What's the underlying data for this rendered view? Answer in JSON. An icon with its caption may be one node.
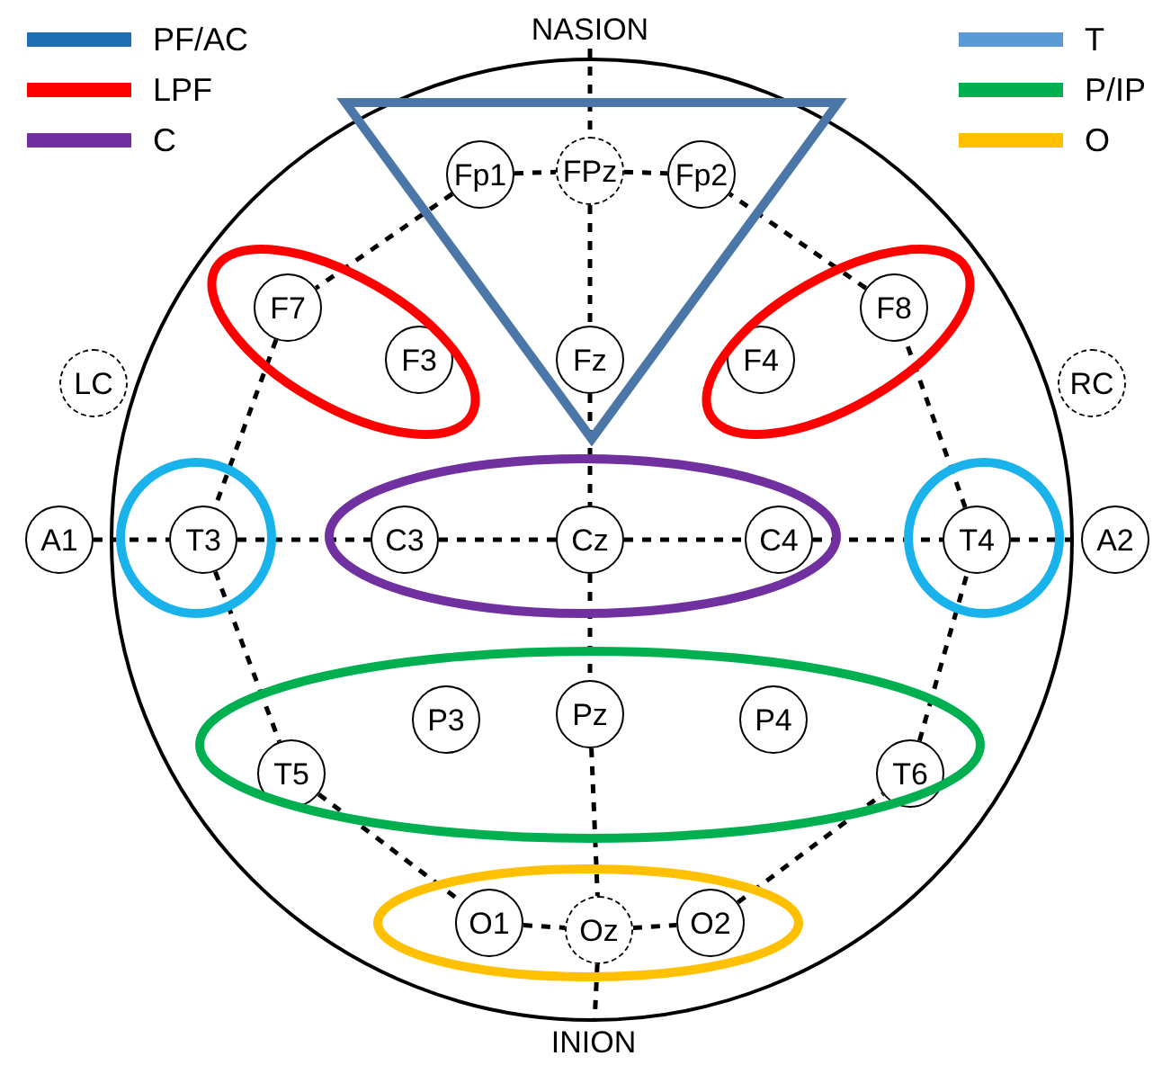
{
  "diagram": {
    "nodes": [
      {
        "text": [
          "NASION"
        ]
      },
      {
        "text": [
          "Fp1"
        ]
      },
      {
        "text": [
          "FPz"
        ]
      },
      {
        "text": [
          "Fp2"
        ]
      },
      {
        "text": [
          "F7"
        ]
      },
      {
        "text": [
          "F3"
        ]
      },
      {
        "text": [
          "Fz"
        ]
      },
      {
        "text": [
          "F4"
        ]
      },
      {
        "text": [
          "F8"
        ]
      },
      {
        "text": [
          "LC"
        ]
      },
      {
        "text": [
          "RC"
        ]
      },
      {
        "text": [
          "A1"
        ]
      },
      {
        "text": [
          "T3"
        ]
      },
      {
        "text": [
          "C3"
        ]
      },
      {
        "text": [
          "Cz"
        ]
      },
      {
        "text": [
          "C4"
        ]
      },
      {
        "text": [
          "T4"
        ]
      },
      {
        "text": [
          "A2"
        ]
      },
      {
        "text": [
          "P3"
        ]
      },
      {
        "text": [
          "Pz"
        ]
      },
      {
        "text": [
          "P4"
        ]
      },
      {
        "text": [
          "T5"
        ]
      },
      {
        "text": [
          "T6"
        ]
      },
      {
        "text": [
          "O1"
        ]
      },
      {
        "text": [
          "Oz"
        ]
      },
      {
        "text": [
          "O2"
        ]
      },
      {
        "text": [
          "INION"
        ]
      }
    ],
    "edges": [
      {
        "from": 0,
        "to": 2,
        "arrow": "none",
        "style": "dashed"
      },
      {
        "from": 2,
        "to": 6,
        "arrow": "none",
        "style": "dashed"
      },
      {
        "from": 6,
        "to": 14,
        "arrow": "none",
        "style": "dashed"
      },
      {
        "from": 14,
        "to": 19,
        "arrow": "none",
        "style": "dashed"
      },
      {
        "from": 19,
        "to": 24,
        "arrow": "none",
        "style": "dashed"
      },
      {
        "from": 24,
        "to": 26,
        "arrow": "none",
        "style": "dashed"
      },
      {
        "from": 1,
        "to": 2,
        "arrow": "none",
        "style": "dashed"
      },
      {
        "from": 2,
        "to": 3,
        "arrow": "none",
        "style": "dashed"
      },
      {
        "from": 1,
        "to": 4,
        "arrow": "none",
        "style": "dashed"
      },
      {
        "from": 4,
        "to": 12,
        "arrow": "none",
        "style": "dashed"
      },
      {
        "from": 12,
        "to": 21,
        "arrow": "none",
        "style": "dashed"
      },
      {
        "from": 21,
        "to": 23,
        "arrow": "none",
        "style": "dashed"
      },
      {
        "from": 23,
        "to": 24,
        "arrow": "none",
        "style": "dashed"
      },
      {
        "from": 24,
        "to": 25,
        "arrow": "none",
        "style": "dashed"
      },
      {
        "from": 25,
        "to": 22,
        "arrow": "none",
        "style": "dashed"
      },
      {
        "from": 22,
        "to": 16,
        "arrow": "none",
        "style": "dashed"
      },
      {
        "from": 16,
        "to": 8,
        "arrow": "none",
        "style": "dashed"
      },
      {
        "from": 8,
        "to": 3,
        "arrow": "none",
        "style": "dashed"
      },
      {
        "from": 11,
        "to": 12,
        "arrow": "none",
        "style": "dashed"
      },
      {
        "from": 12,
        "to": 13,
        "arrow": "none",
        "style": "dashed"
      },
      {
        "from": 13,
        "to": 14,
        "arrow": "none",
        "style": "dashed"
      },
      {
        "from": 14,
        "to": 15,
        "arrow": "none",
        "style": "dashed"
      },
      {
        "from": 15,
        "to": 16,
        "arrow": "none",
        "style": "dashed"
      },
      {
        "from": 16,
        "to": 17,
        "arrow": "none",
        "style": "dashed"
      }
    ],
    "legend": [
      {
        "text": "PF/AC",
        "color": "#1f6fb5"
      },
      {
        "text": "LPF",
        "color": "#ff0000"
      },
      {
        "text": "C",
        "color": "#7030a0"
      },
      {
        "text": "T",
        "color": "#5b9bd5"
      },
      {
        "text": "P/IP",
        "color": "#00b050"
      },
      {
        "text": "O",
        "color": "#ffc000"
      }
    ]
  }
}
